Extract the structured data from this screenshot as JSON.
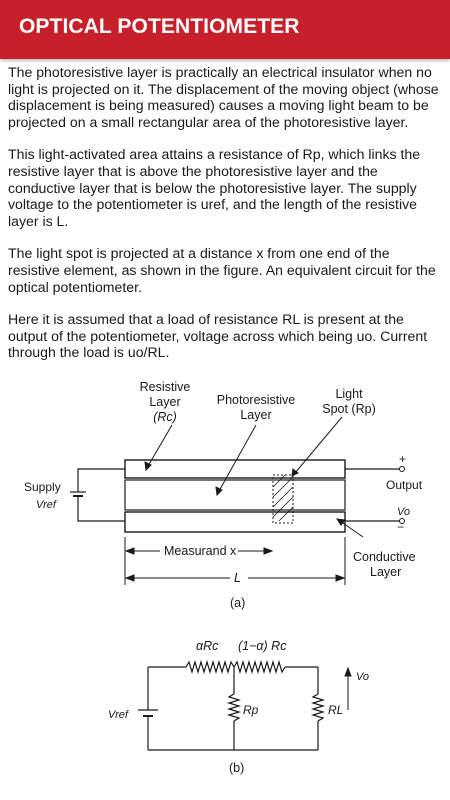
{
  "header": {
    "title": "OPTICAL POTENTIOMETER",
    "background": "#c8202a"
  },
  "paragraphs": [
    "The photoresistive layer is practically an electrical insulator when no light is projected on it. The displacement of the moving object (whose displacement is being measured) causes a moving light beam to be projected on a small rectangular area of the photoresistive layer.",
    "This light-activated area attains a resistance of Rp, which links the resistive layer that is above the photoresistive layer and the conductive layer that is below the photoresistive layer. The supply voltage to the potentiometer is uref, and the length of the resistive layer is L.",
    "The light spot is projected at a distance x from one end of the resistive element, as shown in the figure. An equivalent circuit for the optical potentiometer.",
    "Here it is assumed that a load of resistance RL is present at the output of the potentiometer, voltage across which being uo. Current through the load is uo/RL."
  ],
  "figure_a": {
    "resistive_label_1": "Resistive",
    "resistive_label_2": "Layer",
    "resistive_label_3": "(Rc)",
    "photo_label_1": "Photoresistive",
    "photo_label_2": "Layer",
    "light_label_1": "Light",
    "light_label_2": "Spot (Rp)",
    "supply_label": "Supply",
    "vref_label": "Vref",
    "output_label": "Output",
    "plus_label": "+",
    "minus_label": "−",
    "vo_label": "Vo",
    "measurand_label": "Measurand x",
    "length_label": "L",
    "conductive_label_1": "Conductive",
    "conductive_label_2": "Layer",
    "caption": "(a)"
  },
  "figure_b": {
    "arc_label": "αRc",
    "one_minus_label": "(1−α) Rc",
    "rp_label": "Rp",
    "rl_label": "RL",
    "vref_label": "Vref",
    "vo_label": "Vo",
    "caption": "(b)"
  }
}
